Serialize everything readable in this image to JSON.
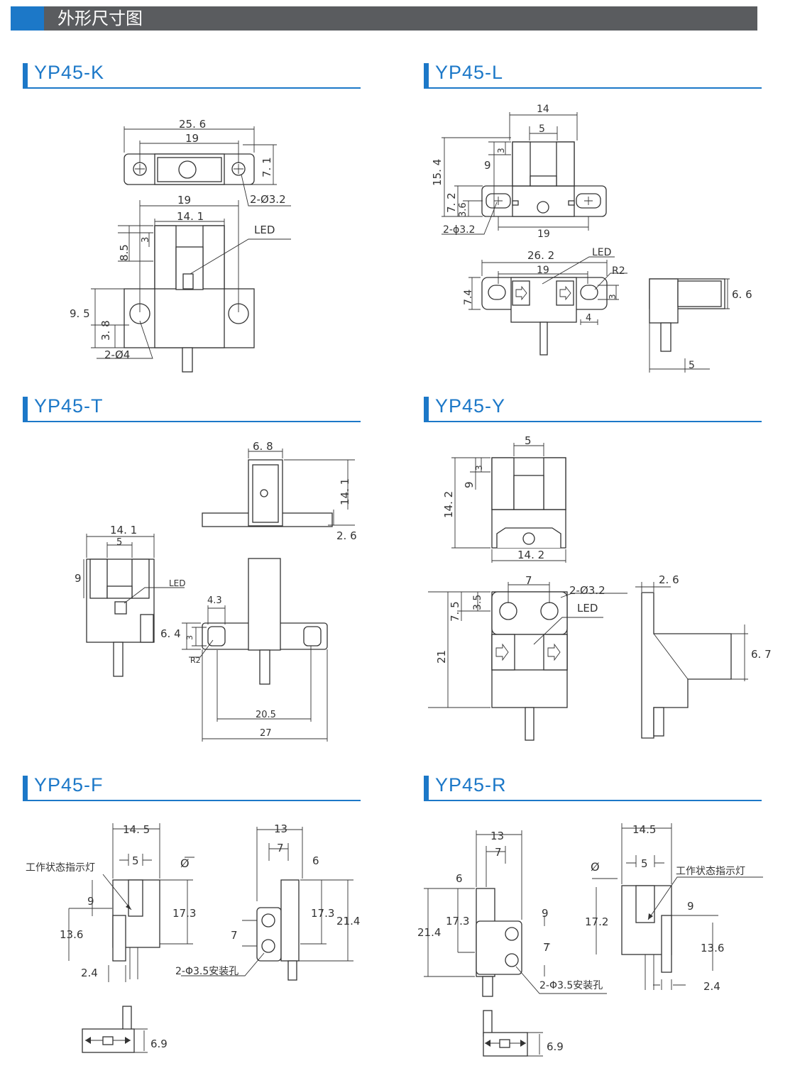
{
  "header": {
    "title": "外形尺寸图"
  },
  "sections": [
    {
      "name": "YP45-K"
    },
    {
      "name": "YP45-L"
    },
    {
      "name": "YP45-T"
    },
    {
      "name": "YP45-Y"
    },
    {
      "name": "YP45-F"
    },
    {
      "name": "YP45-R"
    }
  ],
  "colors": {
    "accent": "#1c78c8",
    "header_bg": "#5a5c5f"
  },
  "k": {
    "d256": "25. 6",
    "d19a": "19",
    "d71": "7. 1",
    "hole": "2-Ø3.2",
    "d19b": "19",
    "d141": "14. 1",
    "led": "LED",
    "d85": "8.5",
    "d3": "3",
    "d95": "9. 5",
    "d38": "3. 8",
    "hole2": "2-Ø4"
  },
  "l": {
    "d14": "14",
    "d5": "5",
    "d154": "15. 4",
    "d9": "9",
    "d3": "3",
    "d72": "7. 2",
    "d36": "3.6",
    "hole": "2-ϕ3.2",
    "d19": "19",
    "d262": "26. 2",
    "d19b": "19",
    "led": "LED",
    "r2": "R2",
    "d74": "7.4",
    "d3b": "3",
    "d4": "4",
    "d66": "6. 6",
    "d5b": "5"
  },
  "t": {
    "d68": "6. 8",
    "d141": "14. 1",
    "d26": "2. 6",
    "d141b": "14. 1",
    "d5": "5",
    "d9": "9",
    "led": "LED",
    "d43": "4.3",
    "d64": "6. 4",
    "d3": "3",
    "r2": "R2",
    "d205": "20.5",
    "d27": "27"
  },
  "y": {
    "d5": "5",
    "d3": "3",
    "d9": "9",
    "d142": "14. 2",
    "d142b": "14. 2",
    "d7": "7",
    "hole": "2-Ø3.2",
    "d26": "2. 6",
    "d35": "3.5",
    "d75": "7. 5",
    "led": "LED",
    "d21": "21",
    "d67": "6. 7"
  },
  "f": {
    "d145": "14. 5",
    "d5": "5",
    "ind": "工作状态指示灯",
    "phi": "Ø",
    "d9": "9",
    "d173": "17.3",
    "d136": "13.6",
    "d24": "2.4",
    "d13": "13",
    "d7": "7",
    "d6": "6",
    "d173b": "17.3",
    "d214": "21.4",
    "d7b": "7",
    "hole": "2-Φ3.5安装孔",
    "d69": "6.9"
  },
  "r": {
    "d13": "13",
    "d7": "7",
    "d6": "6",
    "d214": "21.4",
    "d173": "17.3",
    "d9": "9",
    "d7b": "7",
    "hole": "2-Φ3.5安装孔",
    "d69": "6.9",
    "d145": "14.5",
    "d5": "5",
    "phi": "Ø",
    "ind": "工作状态指示灯",
    "d172": "17.2",
    "d9b": "9",
    "d136": "13.6",
    "d24": "2.4"
  }
}
